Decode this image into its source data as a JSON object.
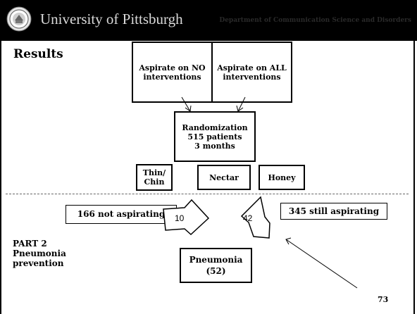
{
  "header": {
    "university": "University of Pittsburgh",
    "department": "Department of Communication Science and Disorders"
  },
  "slide_title": "Results",
  "arms": {
    "no_interventions": "Aspirate on NO interventions",
    "all_interventions": "Aspirate on ALL interventions"
  },
  "randomization": {
    "title": "Randomization",
    "patients": "515 patients",
    "duration": "3 months"
  },
  "groups": {
    "thin": "Thin/ Chin",
    "nectar": "Nectar",
    "honey": "Honey"
  },
  "outcomes": {
    "not_aspirating_label": "166 not aspirating",
    "not_aspirating_arrow": "10",
    "still_aspirating_label": "345 still aspirating",
    "still_aspirating_arrow": "42"
  },
  "part2": {
    "line1": "PART 2",
    "line2": "Pneumonia",
    "line3": "prevention"
  },
  "pneumonia": {
    "label": "Pneumonia",
    "count": "(52)"
  },
  "page_number": "73"
}
